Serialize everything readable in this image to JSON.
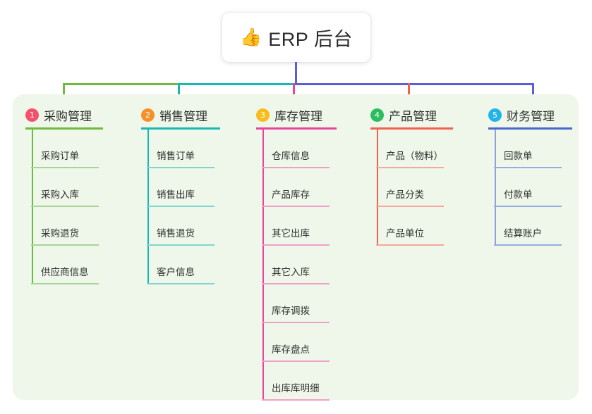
{
  "root": {
    "emoji": "👍",
    "emoji_name": "thumbs-up-icon",
    "title": "ERP 后台"
  },
  "colors": {
    "panel_background": "#eef7e9",
    "card_background": "#ffffff",
    "root_stem": "#5b5fd6",
    "text": "#303030"
  },
  "columns": [
    {
      "index": "1",
      "title": "采购管理",
      "badge_color": "#f4526c",
      "rule_color": "#6fbb3f",
      "leaf_rule_color": "#a8d596",
      "spine_color": "#6fbb3f",
      "connector_color": "#6fbb3f",
      "leaves": [
        "采购订单",
        "采购入库",
        "采购退货",
        "供应商信息"
      ]
    },
    {
      "index": "2",
      "title": "销售管理",
      "badge_color": "#f5912a",
      "rule_color": "#1ab8b0",
      "leaf_rule_color": "#7fd6d0",
      "spine_color": "#1ab8b0",
      "connector_color": "#1ab8b0",
      "leaves": [
        "销售订单",
        "销售出库",
        "销售退货",
        "客户信息"
      ]
    },
    {
      "index": "3",
      "title": "库存管理",
      "badge_color": "#f8bc1c",
      "rule_color": "#e8449b",
      "leaf_rule_color": "#f0a0c8",
      "spine_color": "#e8449b",
      "connector_color": "#e8449b",
      "leaves": [
        "仓库信息",
        "产品库存",
        "其它出库",
        "其它入库",
        "库存调拨",
        "库存盘点",
        "出库库明细"
      ]
    },
    {
      "index": "4",
      "title": "产品管理",
      "badge_color": "#2bbd5e",
      "rule_color": "#f4604f",
      "leaf_rule_color": "#f7a79d",
      "spine_color": "#f4604f",
      "connector_color": "#f4604f",
      "leaves": [
        "产品（物料）",
        "产品分类",
        "产品单位"
      ]
    },
    {
      "index": "5",
      "title": "财务管理",
      "badge_color": "#21b4e8",
      "rule_color": "#4a66cf",
      "leaf_rule_color": "#98addf",
      "spine_color": "#8aa3dd",
      "connector_color": "#5b5fd6",
      "leaves": [
        "回款单",
        "付款单",
        "结算账户"
      ]
    }
  ]
}
